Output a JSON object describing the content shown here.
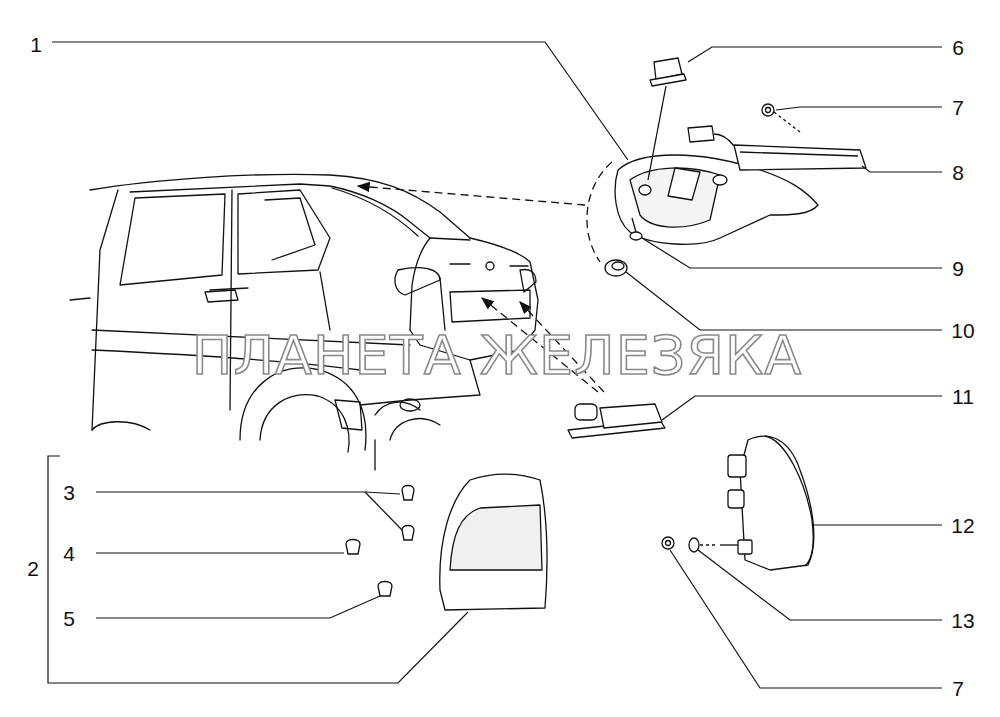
{
  "diagram": {
    "labels": [
      "1",
      "6",
      "7",
      "8",
      "9",
      "10",
      "11",
      "12",
      "13",
      "7",
      "3",
      "4",
      "5",
      "2",
      "ПЛАНЕТА ЖЕЛЕЗЯКА"
    ]
  }
}
